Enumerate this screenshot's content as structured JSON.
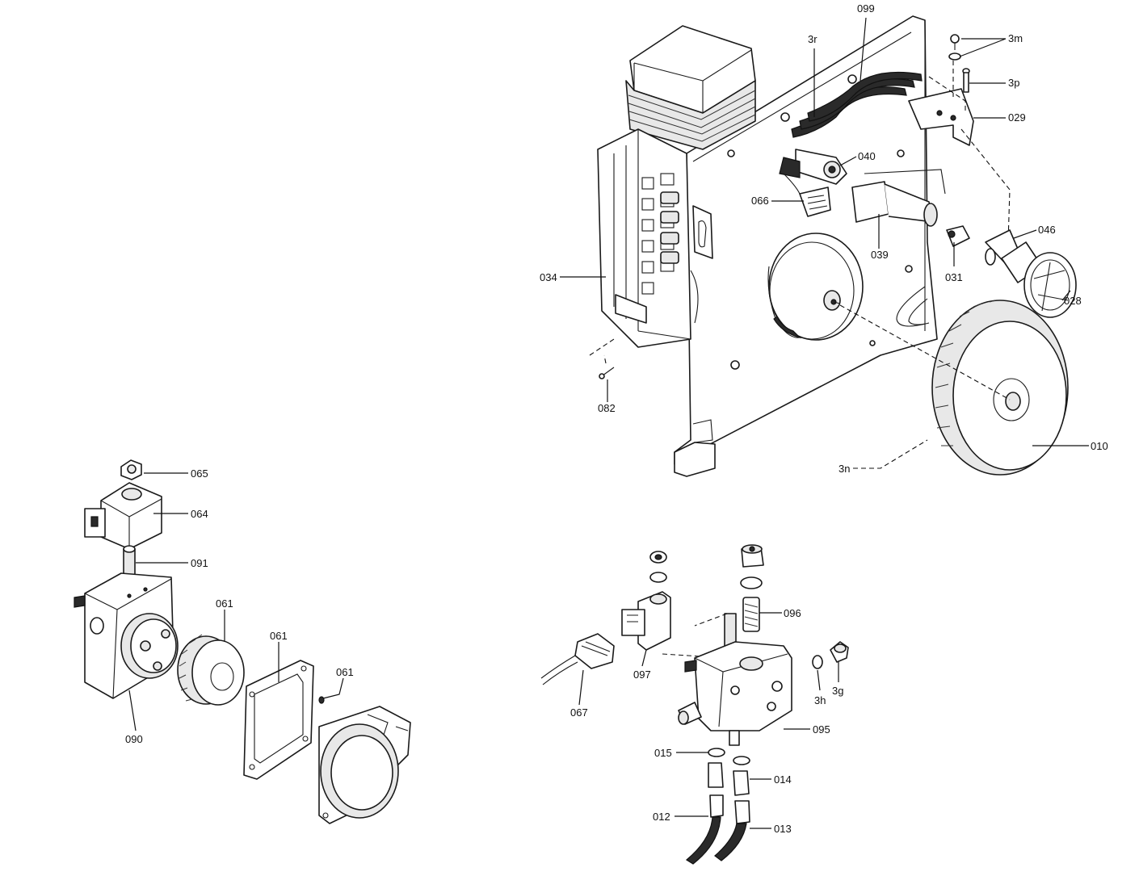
{
  "figure": "Burner exploded parts diagram",
  "labels": {
    "p099": "099",
    "p3r": "3r",
    "p3m": "3m",
    "p3p": "3p",
    "p029": "029",
    "p040": "040",
    "p066": "066",
    "p039": "039",
    "p046": "046",
    "p031": "031",
    "p028": "028",
    "p034": "034",
    "p082": "082",
    "p010": "010",
    "p3n": "3n",
    "p065": "065",
    "p064": "064",
    "p091": "091",
    "p061a": "061",
    "p061b": "061",
    "p061c": "061",
    "p090": "090",
    "p096": "096",
    "p097": "097",
    "p067": "067",
    "p3h": "3h",
    "p3g": "3g",
    "p095": "095",
    "p015": "015",
    "p014": "014",
    "p012": "012",
    "p013": "013"
  }
}
